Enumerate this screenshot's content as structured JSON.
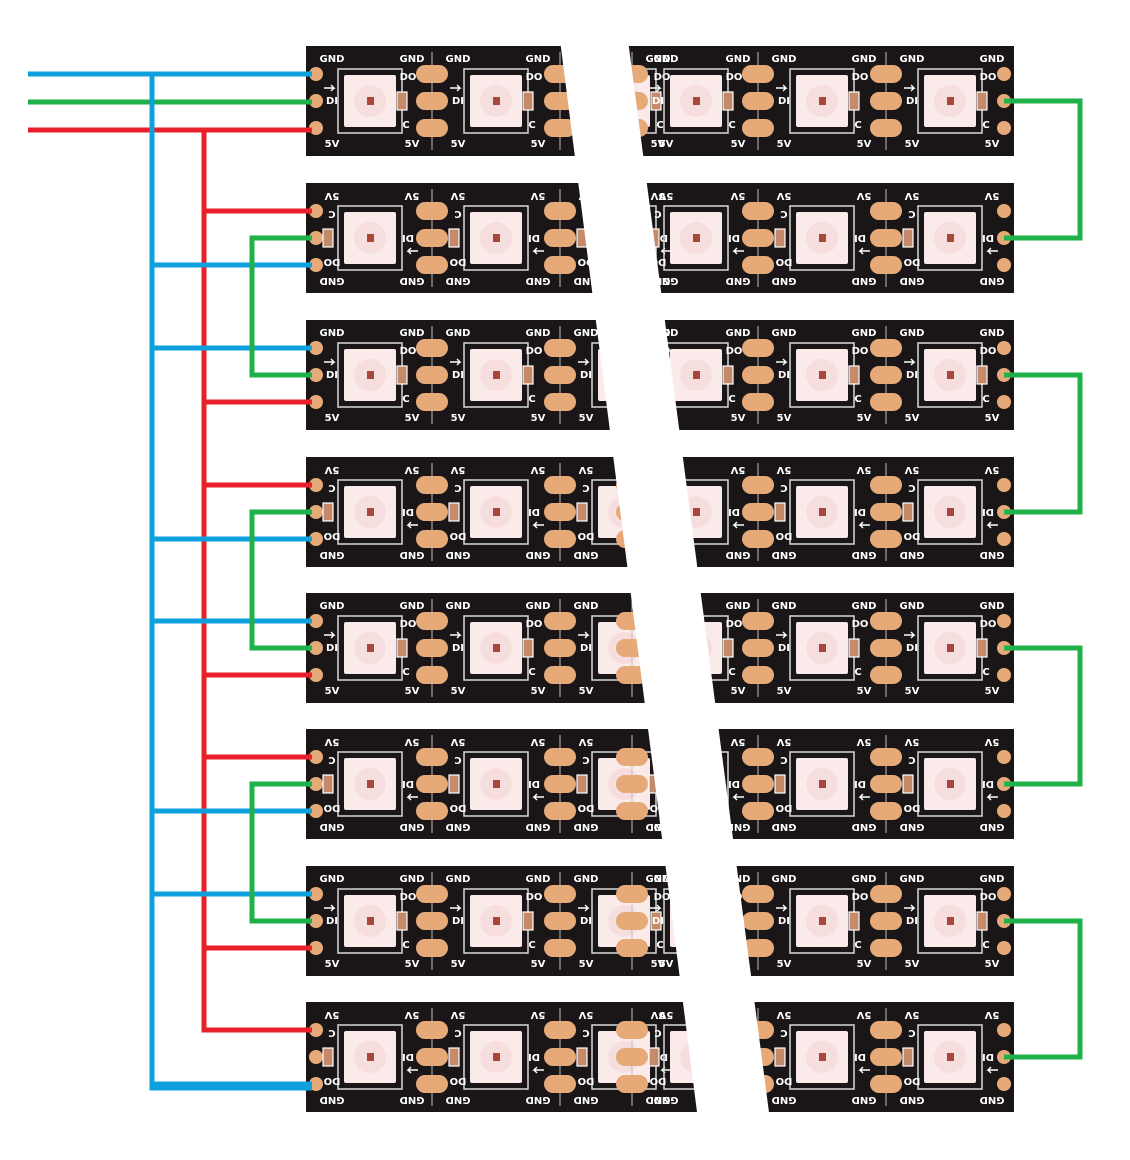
{
  "strip_labels": {
    "gnd": "GND",
    "din": "DI",
    "dout": "DO",
    "vcc": "5V",
    "cap": "C"
  },
  "wire_colors": {
    "ground": "#0ea0dd",
    "data": "#1fb24a",
    "power": "#e8202a"
  },
  "strip_colors": {
    "pcb": "#1a1618",
    "pad": "#e6aa78",
    "led": "#fbeaea"
  },
  "strip_count": 8,
  "leds_per_strip": 6,
  "strip_orientations": [
    "forward",
    "reverse",
    "forward",
    "reverse",
    "forward",
    "reverse",
    "forward",
    "reverse"
  ]
}
